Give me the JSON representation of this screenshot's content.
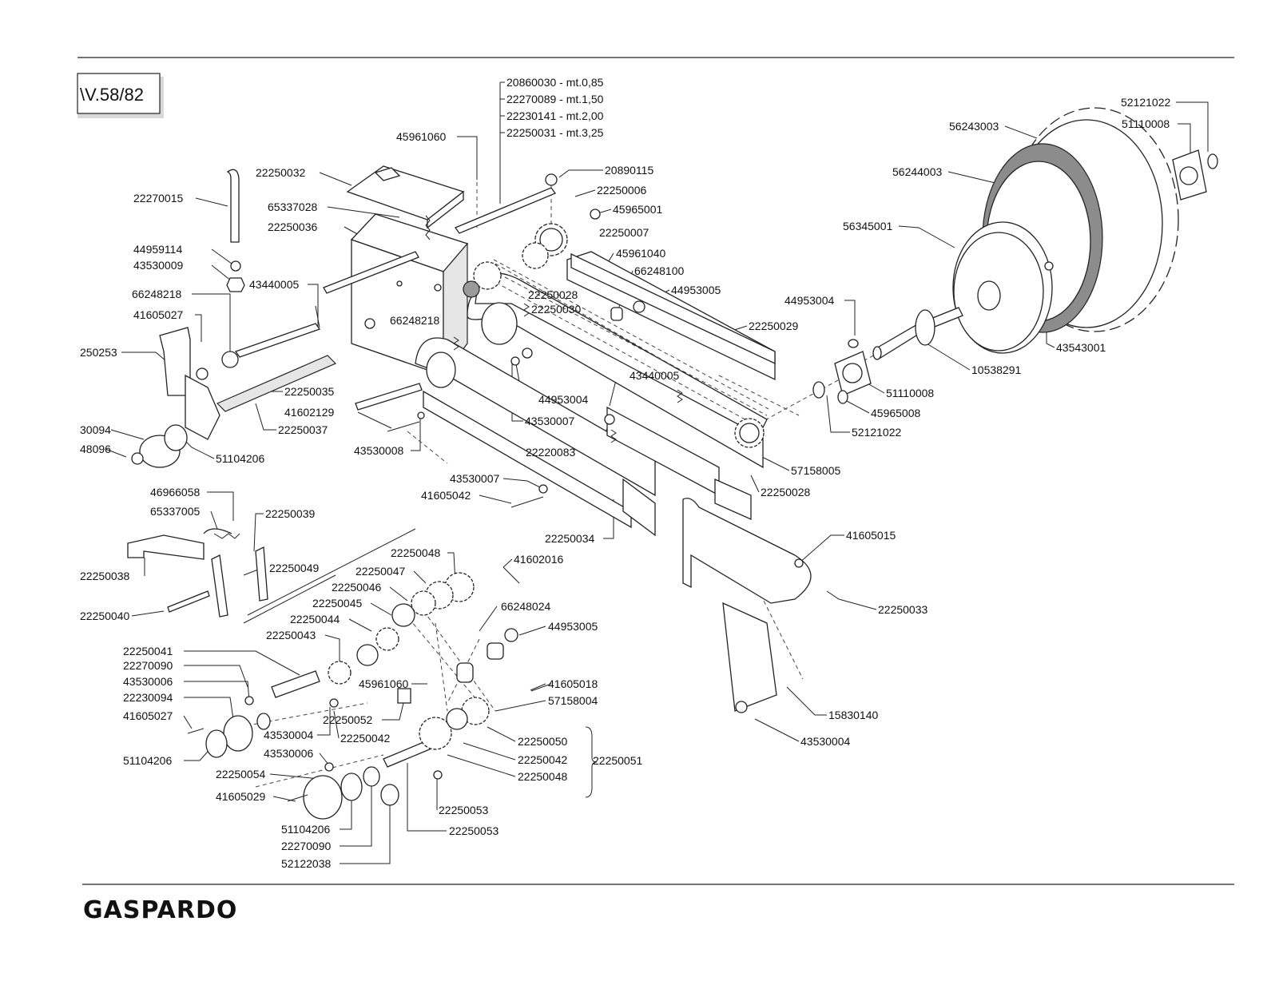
{
  "header": {
    "table_ref": "\\V.58/82"
  },
  "footer": {
    "brand": "GASPARDO"
  },
  "labels": [
    "20860030 - mt.0,85",
    "22270089 - mt.1,50",
    "22230141 - mt.2,00",
    "22250031 - mt.3,25",
    "45961060",
    "22250032",
    "20890115",
    "22250006",
    "45965001",
    "22250007",
    "22270015",
    "65337028",
    "22250036",
    "44959114",
    "43530009",
    "43440005",
    "45961040",
    "66248100",
    "44953005",
    "66248218",
    "22250028",
    "22250030",
    "66248218",
    "41605027",
    "250253",
    "22250029",
    "44953004",
    "43530007",
    "43440005",
    "22250035",
    "41602129",
    "22250037",
    "30094",
    "48096",
    "51104206",
    "43530008",
    "22220083",
    "57158005",
    "22250028",
    "43530007",
    "41605042",
    "22250034",
    "46966058",
    "65337005",
    "22250039",
    "22250038",
    "22250049",
    "22250040",
    "22250048",
    "41602016",
    "22250047",
    "22250046",
    "22250045",
    "66248024",
    "22250044",
    "44953005",
    "22250043",
    "22250041",
    "22270090",
    "43530006",
    "22230094",
    "41605027",
    "51104206",
    "45961060",
    "41605018",
    "57158004",
    "22250052",
    "43530004",
    "22250042",
    "22250050",
    "43530006",
    "22250042",
    "22250051",
    "22250054",
    "22250048",
    "41605029",
    "22250053",
    "51104206",
    "22250053",
    "22270090",
    "52122038",
    "52121022",
    "56243003",
    "51110008",
    "56244003",
    "56345001",
    "44953004",
    "43543001",
    "10538291",
    "51110008",
    "45965008",
    "52121022",
    "41605015",
    "22250033",
    "15830140",
    "43530004"
  ]
}
